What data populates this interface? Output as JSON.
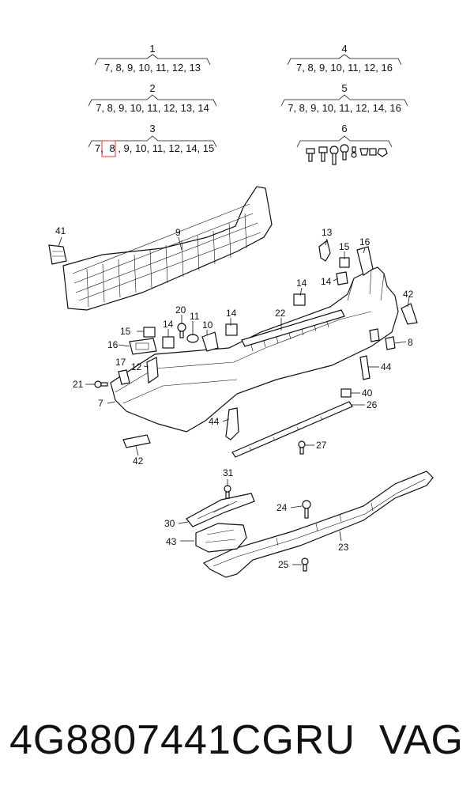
{
  "groups": [
    {
      "num": "1",
      "items": "7, 8, 9, 10, 11, 12, 13"
    },
    {
      "num": "2",
      "items": "7, 8, 9, 10, 11, 12, 13, 14"
    },
    {
      "num": "3",
      "items_pre": "7,",
      "highlight": "8",
      "items_post": ", 9, 10, 11, 12, 14, 15"
    },
    {
      "num": "4",
      "items": "7, 8, 9, 10, 11, 12, 16"
    },
    {
      "num": "5",
      "items": "7, 8, 9, 10, 11, 12, 14, 16"
    },
    {
      "num": "6",
      "items": ""
    }
  ],
  "callouts": {
    "c41": "41",
    "c9": "9",
    "c13": "13",
    "c15a": "15",
    "c16a": "16",
    "c14a": "14",
    "c14b": "14",
    "c42a": "42",
    "c22": "22",
    "c20": "20",
    "c11": "11",
    "c14c": "14",
    "c15b": "15",
    "c14d": "14",
    "c10": "10",
    "c16b": "16",
    "c8": "8",
    "c17": "17",
    "c12": "12",
    "c44a": "44",
    "c21": "21",
    "c40": "40",
    "c7": "7",
    "c26": "26",
    "c44b": "44",
    "c27": "27",
    "c42b": "42",
    "c31": "31",
    "c24": "24",
    "c30": "30",
    "c43": "43",
    "c23": "23",
    "c25": "25"
  },
  "highlight_color": "#e8706a",
  "caption": {
    "part_number": "4G8807441CGRU",
    "brand": "VAG"
  }
}
